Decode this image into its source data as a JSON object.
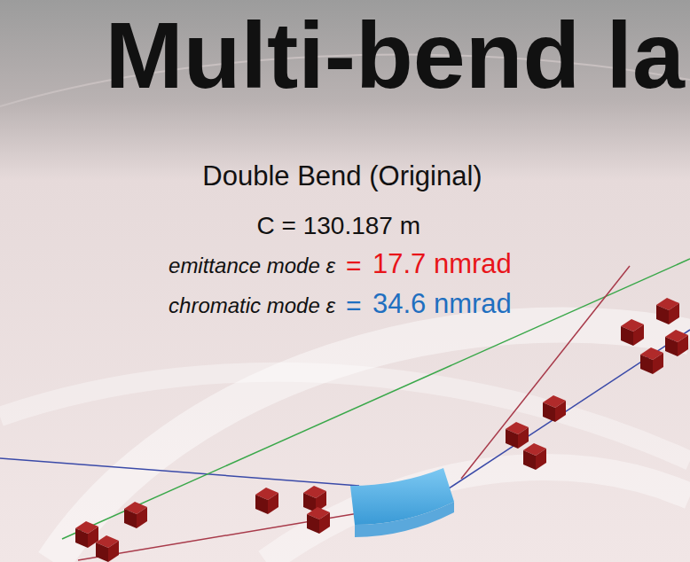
{
  "diagram": {
    "title": "Multi-bend la",
    "labels": [
      "Double Bend (Original)",
      "C = 130.187 m",
      "emittance mode ε",
      "=",
      "17.7 nmrad",
      "chromatic mode ε",
      "=",
      "34.6 nmrad"
    ]
  }
}
